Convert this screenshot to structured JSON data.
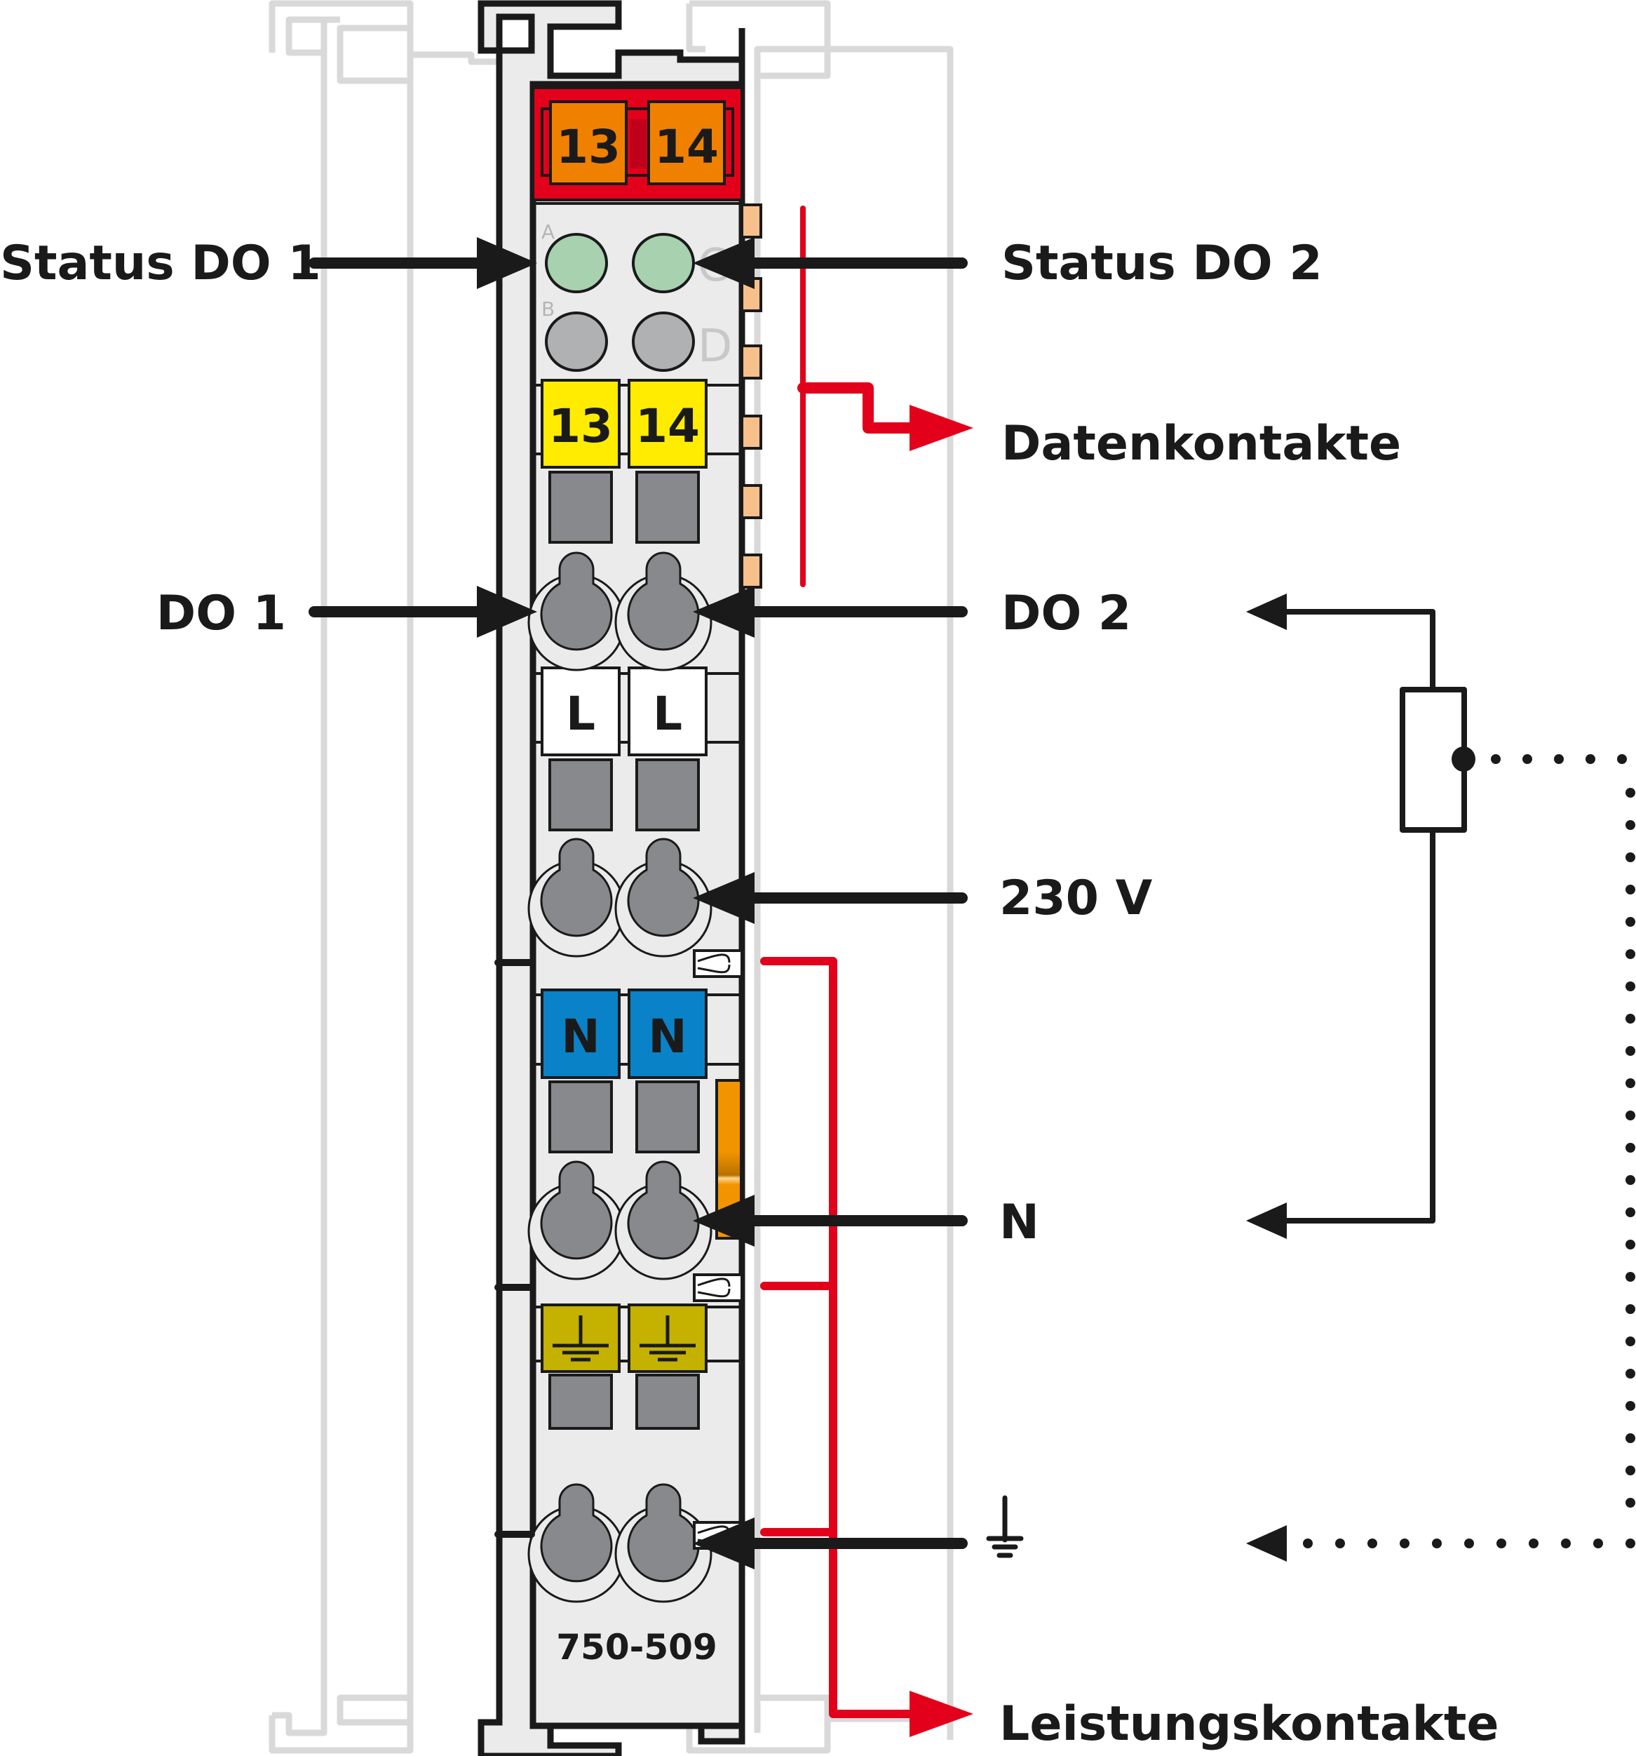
{
  "module": {
    "model_number": "750-509",
    "header_tags": [
      "13",
      "14"
    ],
    "led_letters": {
      "a": "A",
      "b": "B",
      "c": "C",
      "d": "D"
    },
    "rows": [
      {
        "id": "signal",
        "tags": [
          "13",
          "14"
        ],
        "color": "#ffec00"
      },
      {
        "id": "line",
        "tags": [
          "L",
          "L"
        ],
        "color": "#ffffff"
      },
      {
        "id": "neutral",
        "tags": [
          "N",
          "N"
        ],
        "color": "#0a82c8"
      },
      {
        "id": "earth",
        "tags": [
          "earth-symbol",
          "earth-symbol"
        ],
        "color": "#c4b100"
      }
    ],
    "led_colors": {
      "status_on": "#a8d1b0",
      "status_off": "#b0b1b3"
    },
    "header_color": "#e2001a",
    "header_tag_color": "#f08100"
  },
  "labels": {
    "status_do1": "Status DO 1",
    "status_do2": "Status DO 2",
    "datenkontakte": "Datenkontakte",
    "do1": "DO 1",
    "do2": "DO 2",
    "v230": "230 V",
    "n": "N",
    "earth": "earth-symbol",
    "leistungskontakte": "Leistungskontakte"
  },
  "colors": {
    "accent_red": "#e2001a",
    "ink": "#1a1a1a",
    "housing": "#ebebeb",
    "ghost": "#d9d9d9",
    "data_contact": "#f7c08b",
    "slot_gray": "#87898c"
  }
}
